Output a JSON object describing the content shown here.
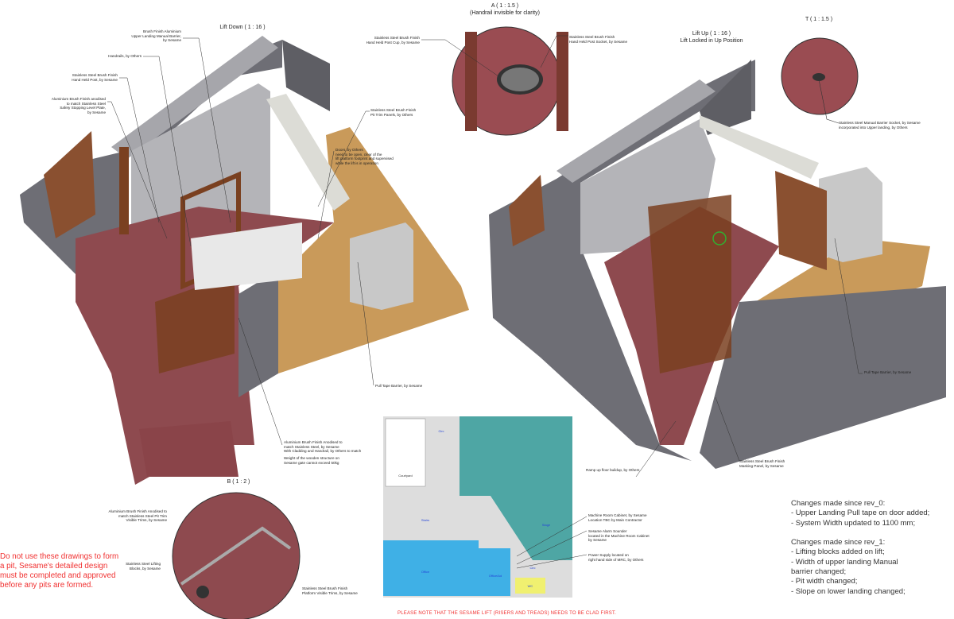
{
  "views": {
    "lift_down": {
      "title": "Lift Down ( 1 : 16 )"
    },
    "lift_up": {
      "title": "Lift Up ( 1 : 16 )\nLift Locked in Up Position"
    },
    "detail_a": {
      "title": "A ( 1 : 1.5 )\n(Handrail invisible for clarity)"
    },
    "detail_t": {
      "title": "T ( 1 : 1.5 )"
    },
    "detail_b": {
      "title": "B ( 1 : 2 )"
    }
  },
  "callouts": {
    "upper_barrier": "Brush Finish Aluminium\nUpper Landing Manual Barrier,\nby Sesame",
    "handrails": "Handrails, by Others",
    "hand_held_post": "Stainless Steel Brush Finish\nHand Held Post, by Sesame",
    "safety_plate": "Aluminium Brush Finish anodised\nto match Stainless Steel\nSafety Stopping Level Plate,\nby Sesame",
    "post_cup": "Stainless Steel Brush Finish\nHand Held Post Cup, by Sesame",
    "post_socket": "Stainless Steel Brush Finish\nHand Held Post Socket, by Sesame",
    "pit_trim": "Stainless Steel Brush Finish\nPit Trim Panels, by Others",
    "doors": "Doors, by Others\nneed to be open, clear of the\nlift platform footprint and supervised\nwhile the lift is in operation",
    "barrier_socket": "Stainless Steel Manual Barrier Socket, by Sesame\nincorporated into Upper landing, by Others",
    "pull_tape_left": "Pull Tape Barrier, by Sesame",
    "pull_tape_right": "Pull Tape Barrier, by Sesame",
    "cladding": "Aluminium Brush Finish Anodised to\nmatch Stainless Steel, by Sesame\nWith Cladding and Handrail, by Others to match",
    "weight": "Weight of the wooden structure on\nSesame gate cannot exceed 50kg",
    "floor_buildup": "Ramp up floor buildup, by Others",
    "masking_panel": "Stainless Steel Brush Finish\nMasking Panel, by Sesame",
    "visible_trims": "Aluminium Brush Finish Anodised to\nmatch Stainless Steel Pit Trim\nVisible Trims, by Sesame",
    "lifting_blocks": "Stainless Steel Lifting\nBlocks, by Sesame",
    "platform_trims": "Stainless Steel Brush Finish\nPlatform Visible Trims, by Sesame",
    "machine_cabinet": "Machine Room Cabinet, by Sesame\nLocation TBC by Main Contractor",
    "alarm_sounder": "Sesame Alarm Sounder\nlocated in the Machine Room Cabinet\nby Sesame",
    "power_supply": "Power Supply located on\nright hand side of MRC, by Others"
  },
  "floor_plan": {
    "rooms": [
      "Circ",
      "Courtyard",
      "Stairs",
      "Stage",
      "Office",
      "Office/Ad",
      "Circ",
      "WC"
    ]
  },
  "notes": "Changes made since rev_0:\n- Upper Landing Pull tape on door added;\n- System Width updated to 1100 mm;\n\nChanges made since rev_1:\n- Lifting blocks added on lift;\n- Width of upper landing Manual\nbarrier changed;\n- Pit width changed;\n- Slope on lower landing changed;",
  "warning": "Do not use these drawings to form\na pit, Sesame's detailed design\nmust be completed and approved\nbefore any pits are formed.",
  "bottom_note": "PLEASE NOTE THAT THE SESAME LIFT (RISERS AND TREADS) NEEDS TO BE CLAD FIRST.",
  "colors": {
    "floor": "#8e4a4f",
    "wall": "#9a9aa0",
    "wood": "#c99a5a",
    "door": "#7a4020",
    "teal": "#4ea6a4",
    "blue": "#3fb0e6",
    "yellow": "#f0f070",
    "warning": "#f03030"
  }
}
